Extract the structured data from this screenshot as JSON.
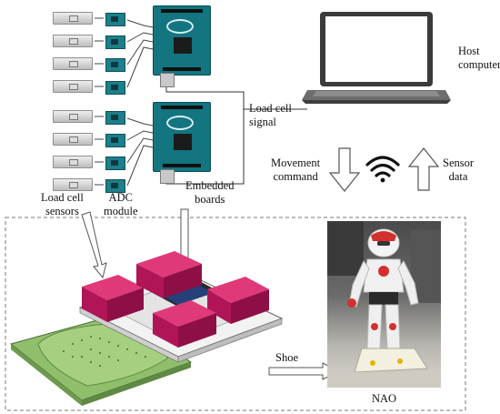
{
  "labels": {
    "host_computer": [
      "Host",
      "computer"
    ],
    "load_cell_signal": [
      "Load cell",
      "signal"
    ],
    "movement_command": [
      "Movement",
      "command"
    ],
    "sensor_data": [
      "Sensor",
      "data"
    ],
    "embedded_boards": [
      "Embedded",
      "boards"
    ],
    "load_cell_sensors": [
      "Load cell",
      "sensors"
    ],
    "adc_module": [
      "ADC",
      "module"
    ],
    "shoe": "Shoe",
    "nao": "NAO"
  },
  "icons": [
    "wifi-icon",
    "laptop-icon",
    "arrow-down-icon",
    "arrow-up-icon"
  ],
  "colors": {
    "board": "#12757f",
    "adc": "#1d7f8a",
    "housing": "#c2185b",
    "insole": "#8fbf6a",
    "nao_red": "#d32f2f"
  }
}
